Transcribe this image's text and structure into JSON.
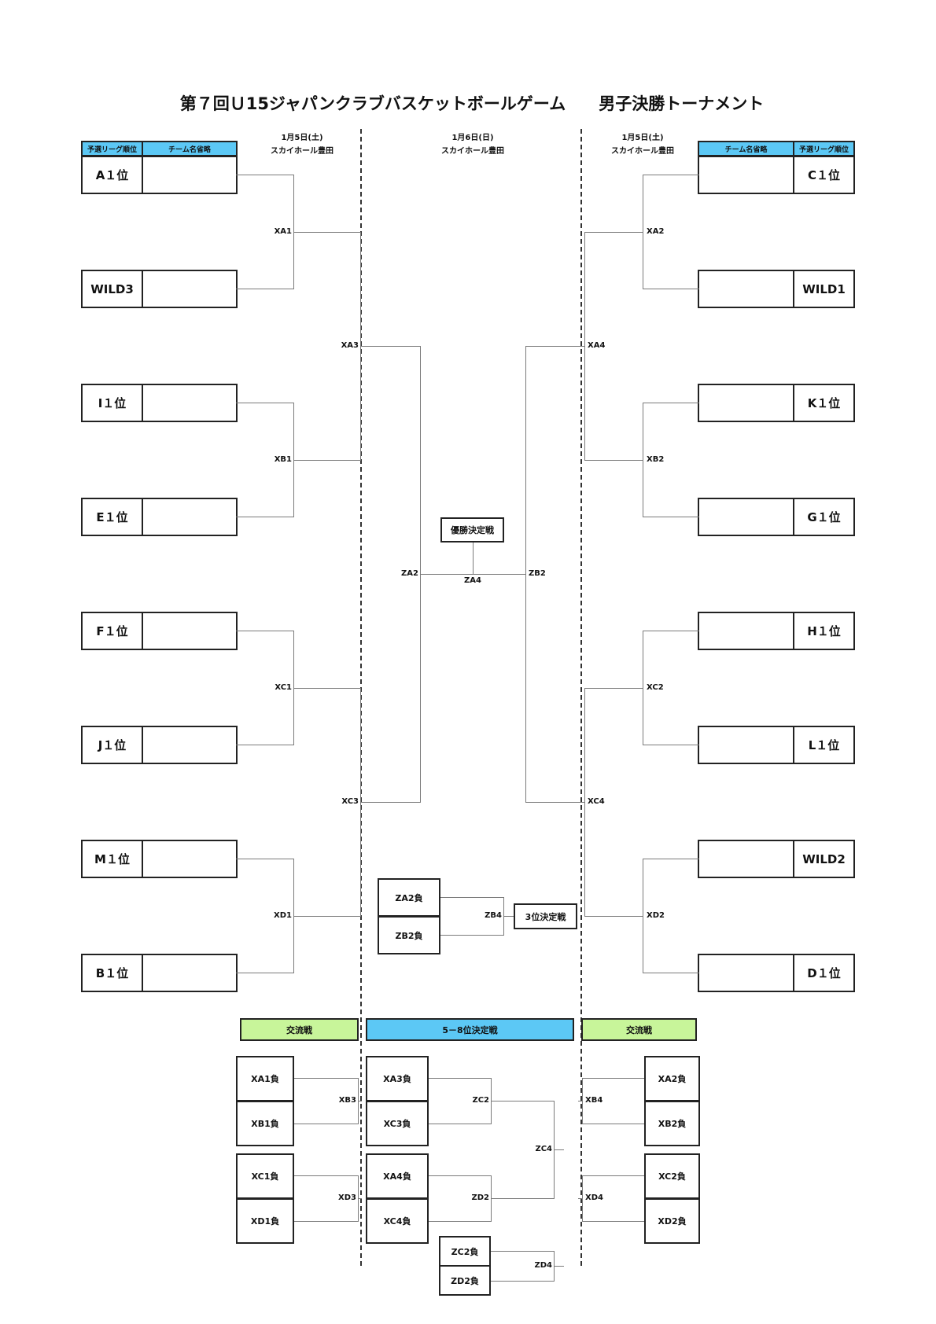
{
  "title": "第７回Ｕ15ジャパンクラブバスケットボールゲーム　　男子決勝トーナメント",
  "dates": {
    "left": {
      "date": "1月5日(土)",
      "venue": "スカイホール豊田"
    },
    "center": {
      "date": "1月6日(日)",
      "venue": "スカイホール豊田"
    },
    "right": {
      "date": "1月5日(土)",
      "venue": "スカイホール豊田"
    }
  },
  "headers": {
    "rank": "予選リーグ順位",
    "team": "チーム名省略"
  },
  "left_seeds": [
    "A１位",
    "WILD3",
    "I１位",
    "E１位",
    "F１位",
    "J１位",
    "M１位",
    "B１位"
  ],
  "right_seeds": [
    "C１位",
    "WILD1",
    "K１位",
    "G１位",
    "H１位",
    "L１位",
    "WILD2",
    "D１位"
  ],
  "games": {
    "left_r1": [
      "XA1",
      "XB1",
      "XC1",
      "XD1"
    ],
    "left_r2": [
      "XA3",
      "XC3"
    ],
    "right_r1": [
      "XA2",
      "XB2",
      "XC2",
      "XD2"
    ],
    "right_r2": [
      "XA4",
      "XC4"
    ],
    "semi_left": "ZA2",
    "semi_right": "ZB2",
    "final": "ZA4",
    "final_label": "優勝決定戦",
    "third": "ZB4",
    "third_label": "3位決定戦",
    "third_entries": [
      "ZA2負",
      "ZB2負"
    ]
  },
  "bottom": {
    "left_header": "交流戦",
    "center_header": "5－8位決定戦",
    "right_header": "交流戦",
    "left_entries": [
      "XA1負",
      "XB1負",
      "XC1負",
      "XD1負"
    ],
    "left_games": [
      "XB3",
      "XD3"
    ],
    "center_entries": [
      "XA3負",
      "XC3負",
      "XA4負",
      "XC4負"
    ],
    "center_games": [
      "ZC2",
      "ZD2",
      "ZC4"
    ],
    "lower_entries": [
      "ZC2負",
      "ZD2負"
    ],
    "lower_game": "ZD4",
    "right_entries": [
      "XA2負",
      "XB2負",
      "XC2負",
      "XD2負"
    ],
    "right_games": [
      "XB4",
      "XD4"
    ]
  },
  "colors": {
    "header_blue": "#5cc8f5",
    "header_green": "#c8f59a"
  }
}
